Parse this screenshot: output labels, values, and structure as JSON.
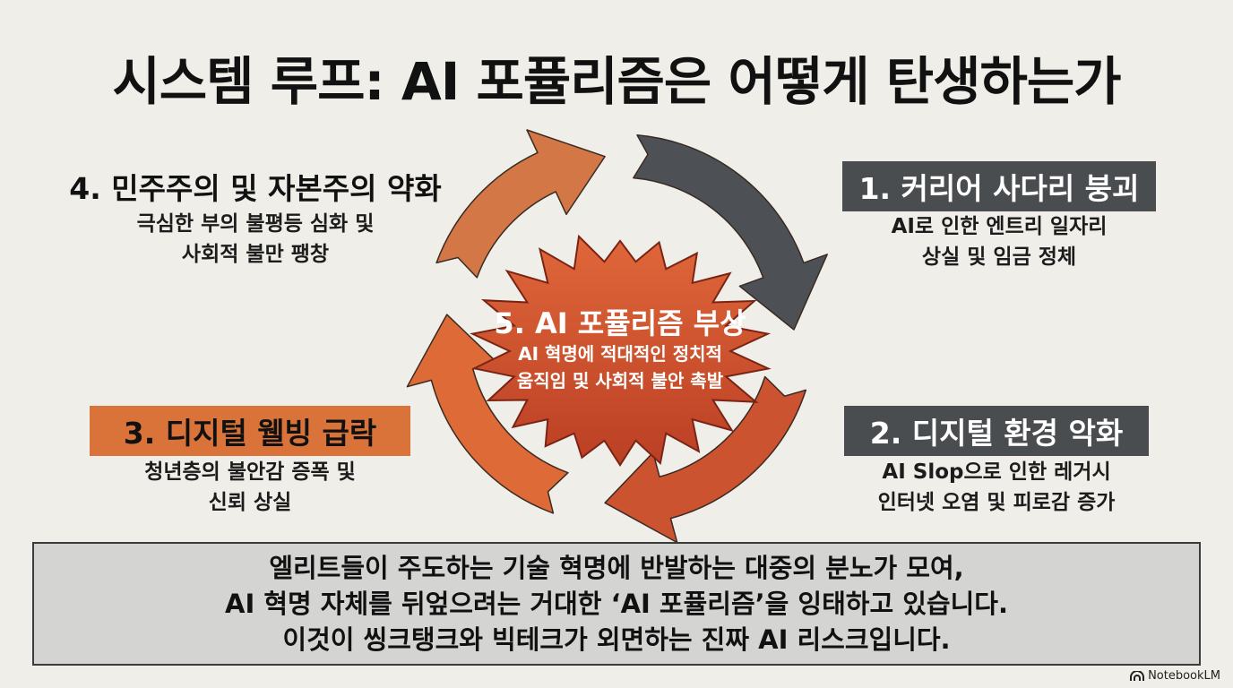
{
  "title": "시스템 루프: AI 포퓰리즘은 어떻게 탄생하는가",
  "stages": [
    {
      "id": 1,
      "title": "1. 커리어 사다리 붕괴",
      "desc_lines": [
        "AI로 인한 엔트리 일자리",
        "상실 및 임금 정체"
      ],
      "color": "#4a4d50"
    },
    {
      "id": 2,
      "title": "2. 디지털 환경 악화",
      "desc_lines": [
        "AI Slop으로 인한 레거시",
        "인터넷 오염 및 피로감 증가"
      ],
      "color": "#4a4d50"
    },
    {
      "id": 3,
      "title": "3. 디지털 웰빙 급락",
      "desc_lines": [
        "청년층의 불안감 증폭 및",
        "신뢰 상실"
      ],
      "color": "#d9733a"
    },
    {
      "id": 4,
      "title": "4. 민주주의 및 자본주의 약화",
      "desc_lines": [
        "극심한 부의 불평등 심화 및",
        "사회적 불만 팽창"
      ],
      "color": ""
    }
  ],
  "center": {
    "title": "5. AI 포퓰리즘 부상",
    "desc_lines": [
      "AI 혁명에 적대적인 정치적",
      "움직임 및 사회적 불안 촉발"
    ],
    "color": "#d2532f"
  },
  "arrow_colors": [
    "#4d5156",
    "#cc5330",
    "#de6a37",
    "#d27745"
  ],
  "summary_lines": [
    "엘리트들이 주도하는 기술 혁명에 반발하는 대중의 분노가 모여,",
    "AI 혁명 자체를 뒤엎으려는 거대한 ‘AI 포퓰리즘’을 잉태하고 있습니다.",
    "이것이 씽크탱크와 빅테크가 외면하는 진짜 AI 리스크입니다."
  ],
  "brand": {
    "label": "NotebookLM",
    "icon": "notebooklm-logo-icon"
  }
}
